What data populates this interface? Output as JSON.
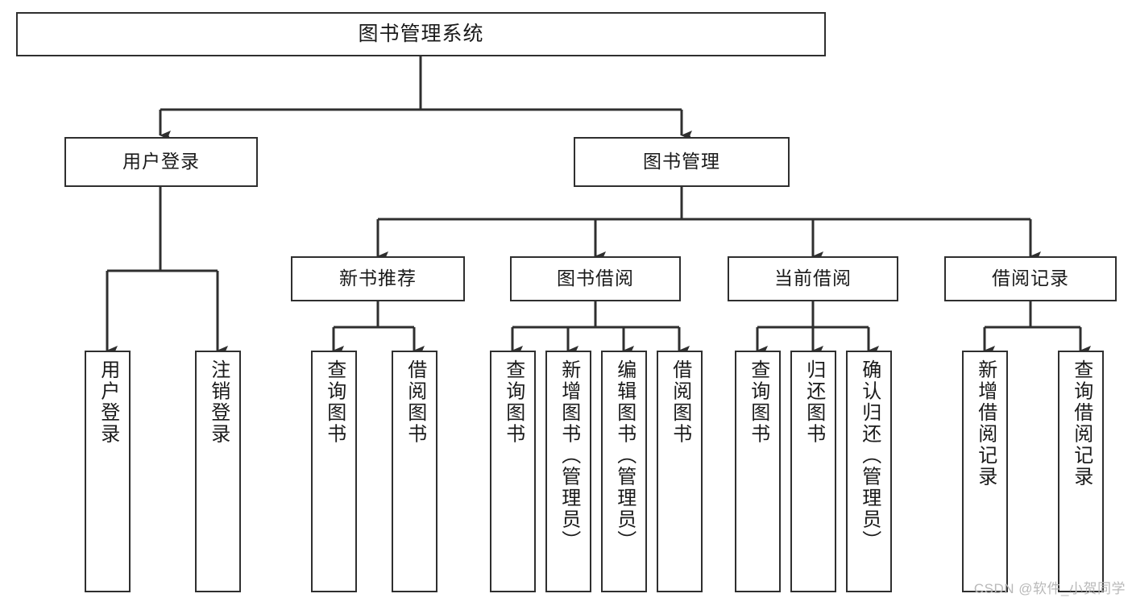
{
  "diagram": {
    "title": "图书管理系统",
    "watermark": "CSDN @软件_小贺同学",
    "colors": {
      "background": "#ffffff",
      "box_border": "#2f2f2f",
      "connector": "#2f2f2f",
      "text": "#1a1a1a",
      "watermark": "#b9b9b9"
    },
    "nodes": {
      "root": {
        "label": "图书管理系统"
      },
      "user_login": {
        "label": "用户登录"
      },
      "book_manage": {
        "label": "图书管理"
      },
      "new_book_rec": {
        "label": "新书推荐"
      },
      "book_borrow": {
        "label": "图书借阅"
      },
      "current_borrow": {
        "label": "当前借阅"
      },
      "borrow_record": {
        "label": "借阅记录"
      },
      "leaf_user_login": {
        "label": "用户登录"
      },
      "leaf_logout": {
        "label": "注销登录"
      },
      "leaf_query_book_1": {
        "label": "查询图书"
      },
      "leaf_borrow_book_1": {
        "label": "借阅图书"
      },
      "leaf_query_book_2": {
        "label": "查询图书"
      },
      "leaf_add_book": {
        "label": "新增图书（管理员）"
      },
      "leaf_edit_book": {
        "label": "编辑图书（管理员）"
      },
      "leaf_borrow_book_2": {
        "label": "借阅图书"
      },
      "leaf_query_book_3": {
        "label": "查询图书"
      },
      "leaf_return_book": {
        "label": "归还图书"
      },
      "leaf_confirm_return": {
        "label": "确认归还（管理员）"
      },
      "leaf_add_record": {
        "label": "新增借阅记录"
      },
      "leaf_query_record": {
        "label": "查询借阅记录"
      }
    },
    "hierarchy": [
      {
        "label": "图书管理系统",
        "children": [
          {
            "label": "用户登录",
            "children": [
              {
                "label": "用户登录"
              },
              {
                "label": "注销登录"
              }
            ]
          },
          {
            "label": "图书管理",
            "children": [
              {
                "label": "新书推荐",
                "children": [
                  {
                    "label": "查询图书"
                  },
                  {
                    "label": "借阅图书"
                  }
                ]
              },
              {
                "label": "图书借阅",
                "children": [
                  {
                    "label": "查询图书"
                  },
                  {
                    "label": "新增图书（管理员）"
                  },
                  {
                    "label": "编辑图书（管理员）"
                  },
                  {
                    "label": "借阅图书"
                  }
                ]
              },
              {
                "label": "当前借阅",
                "children": [
                  {
                    "label": "查询图书"
                  },
                  {
                    "label": "归还图书"
                  },
                  {
                    "label": "确认归还（管理员）"
                  }
                ]
              },
              {
                "label": "借阅记录",
                "children": [
                  {
                    "label": "新增借阅记录"
                  },
                  {
                    "label": "查询借阅记录"
                  }
                ]
              }
            ]
          }
        ]
      }
    ]
  }
}
